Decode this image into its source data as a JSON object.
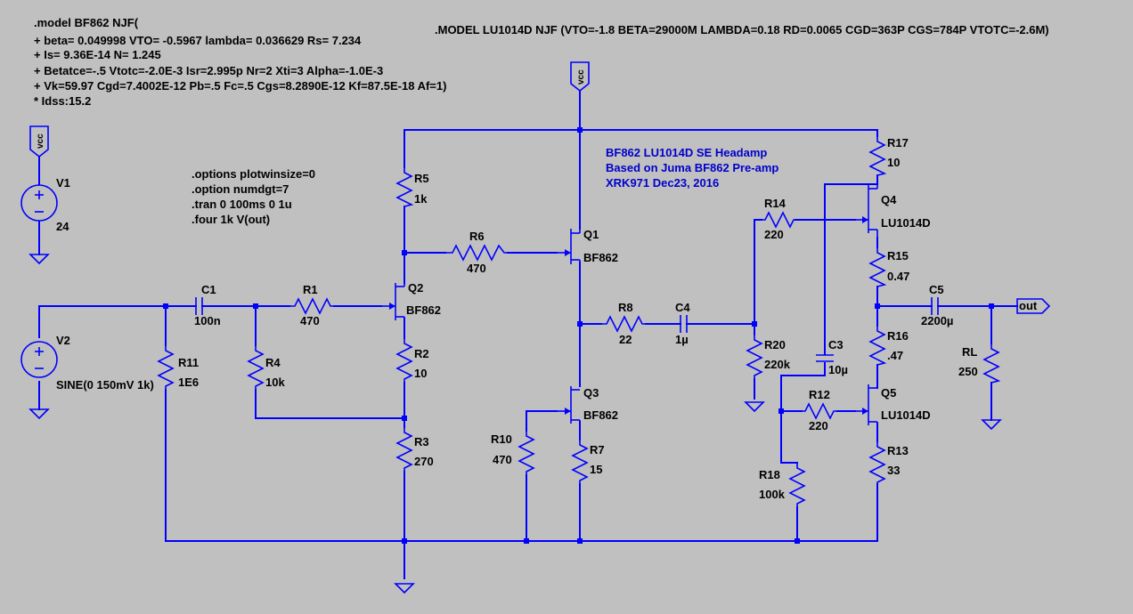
{
  "colors": {
    "background": "#c0c0c0",
    "wire": "#0000ff",
    "text": "#000000",
    "comment": "#0000cc"
  },
  "model_bf862": [
    ".model BF862 NJF(",
    "+ beta= 0.049998 VTO= -0.5967 lambda= 0.036629 Rs= 7.234",
    "+ Is= 9.36E-14 N= 1.245",
    "+ Betatce=-.5 Vtotc=-2.0E-3 Isr=2.995p Nr=2 Xti=3 Alpha=-1.0E-3",
    "+ Vk=59.97 Cgd=7.4002E-12 Pb=.5 Fc=.5 Cgs=8.2890E-12 Kf=87.5E-18 Af=1)",
    "* Idss:15.2"
  ],
  "model_lu1014d": ".MODEL LU1014D NJF (VTO=-1.8 BETA=29000M LAMBDA=0.18 RD=0.0065 CGD=363P CGS=784P VTOTC=-2.6M)",
  "directives": [
    ".options plotwinsize=0",
    ".option numdgt=7",
    ".tran 0 100ms 0 1u",
    ".four 1k V(out)"
  ],
  "comment": [
    "BF862 LU1014D SE Headamp",
    "Based on Juma BF862 Pre-amp",
    "XRK971  Dec23, 2016"
  ],
  "vcc_label": "vcc",
  "out_label": "out",
  "components": {
    "v1": {
      "name": "V1",
      "value": "24"
    },
    "v2": {
      "name": "V2",
      "value": "SINE(0 150mV 1k)"
    },
    "c1": {
      "name": "C1",
      "value": "100n"
    },
    "r1": {
      "name": "R1",
      "value": "470"
    },
    "r11": {
      "name": "R11",
      "value": "1E6"
    },
    "r4": {
      "name": "R4",
      "value": "10k"
    },
    "q2": {
      "name": "Q2",
      "value": "BF862"
    },
    "r2": {
      "name": "R2",
      "value": "10"
    },
    "r3": {
      "name": "R3",
      "value": "270"
    },
    "r5": {
      "name": "R5",
      "value": "1k"
    },
    "r6": {
      "name": "R6",
      "value": "470"
    },
    "q1": {
      "name": "Q1",
      "value": "BF862"
    },
    "r8": {
      "name": "R8",
      "value": "22"
    },
    "c4": {
      "name": "C4",
      "value": "1µ"
    },
    "q3": {
      "name": "Q3",
      "value": "BF862"
    },
    "r10": {
      "name": "R10",
      "value": "470"
    },
    "r7": {
      "name": "R7",
      "value": "15"
    },
    "r14": {
      "name": "R14",
      "value": "220"
    },
    "r20": {
      "name": "R20",
      "value": "220k"
    },
    "r17": {
      "name": "R17",
      "value": "10"
    },
    "q4": {
      "name": "Q4",
      "value": "LU1014D"
    },
    "r15": {
      "name": "R15",
      "value": "0.47"
    },
    "r16": {
      "name": "R16",
      "value": ".47"
    },
    "q5": {
      "name": "Q5",
      "value": "LU1014D"
    },
    "r13": {
      "name": "R13",
      "value": "33"
    },
    "c3": {
      "name": "C3",
      "value": "10µ"
    },
    "r12": {
      "name": "R12",
      "value": "220"
    },
    "r18": {
      "name": "R18",
      "value": "100k"
    },
    "c5": {
      "name": "C5",
      "value": "2200µ"
    },
    "rl": {
      "name": "RL",
      "value": "250"
    }
  }
}
